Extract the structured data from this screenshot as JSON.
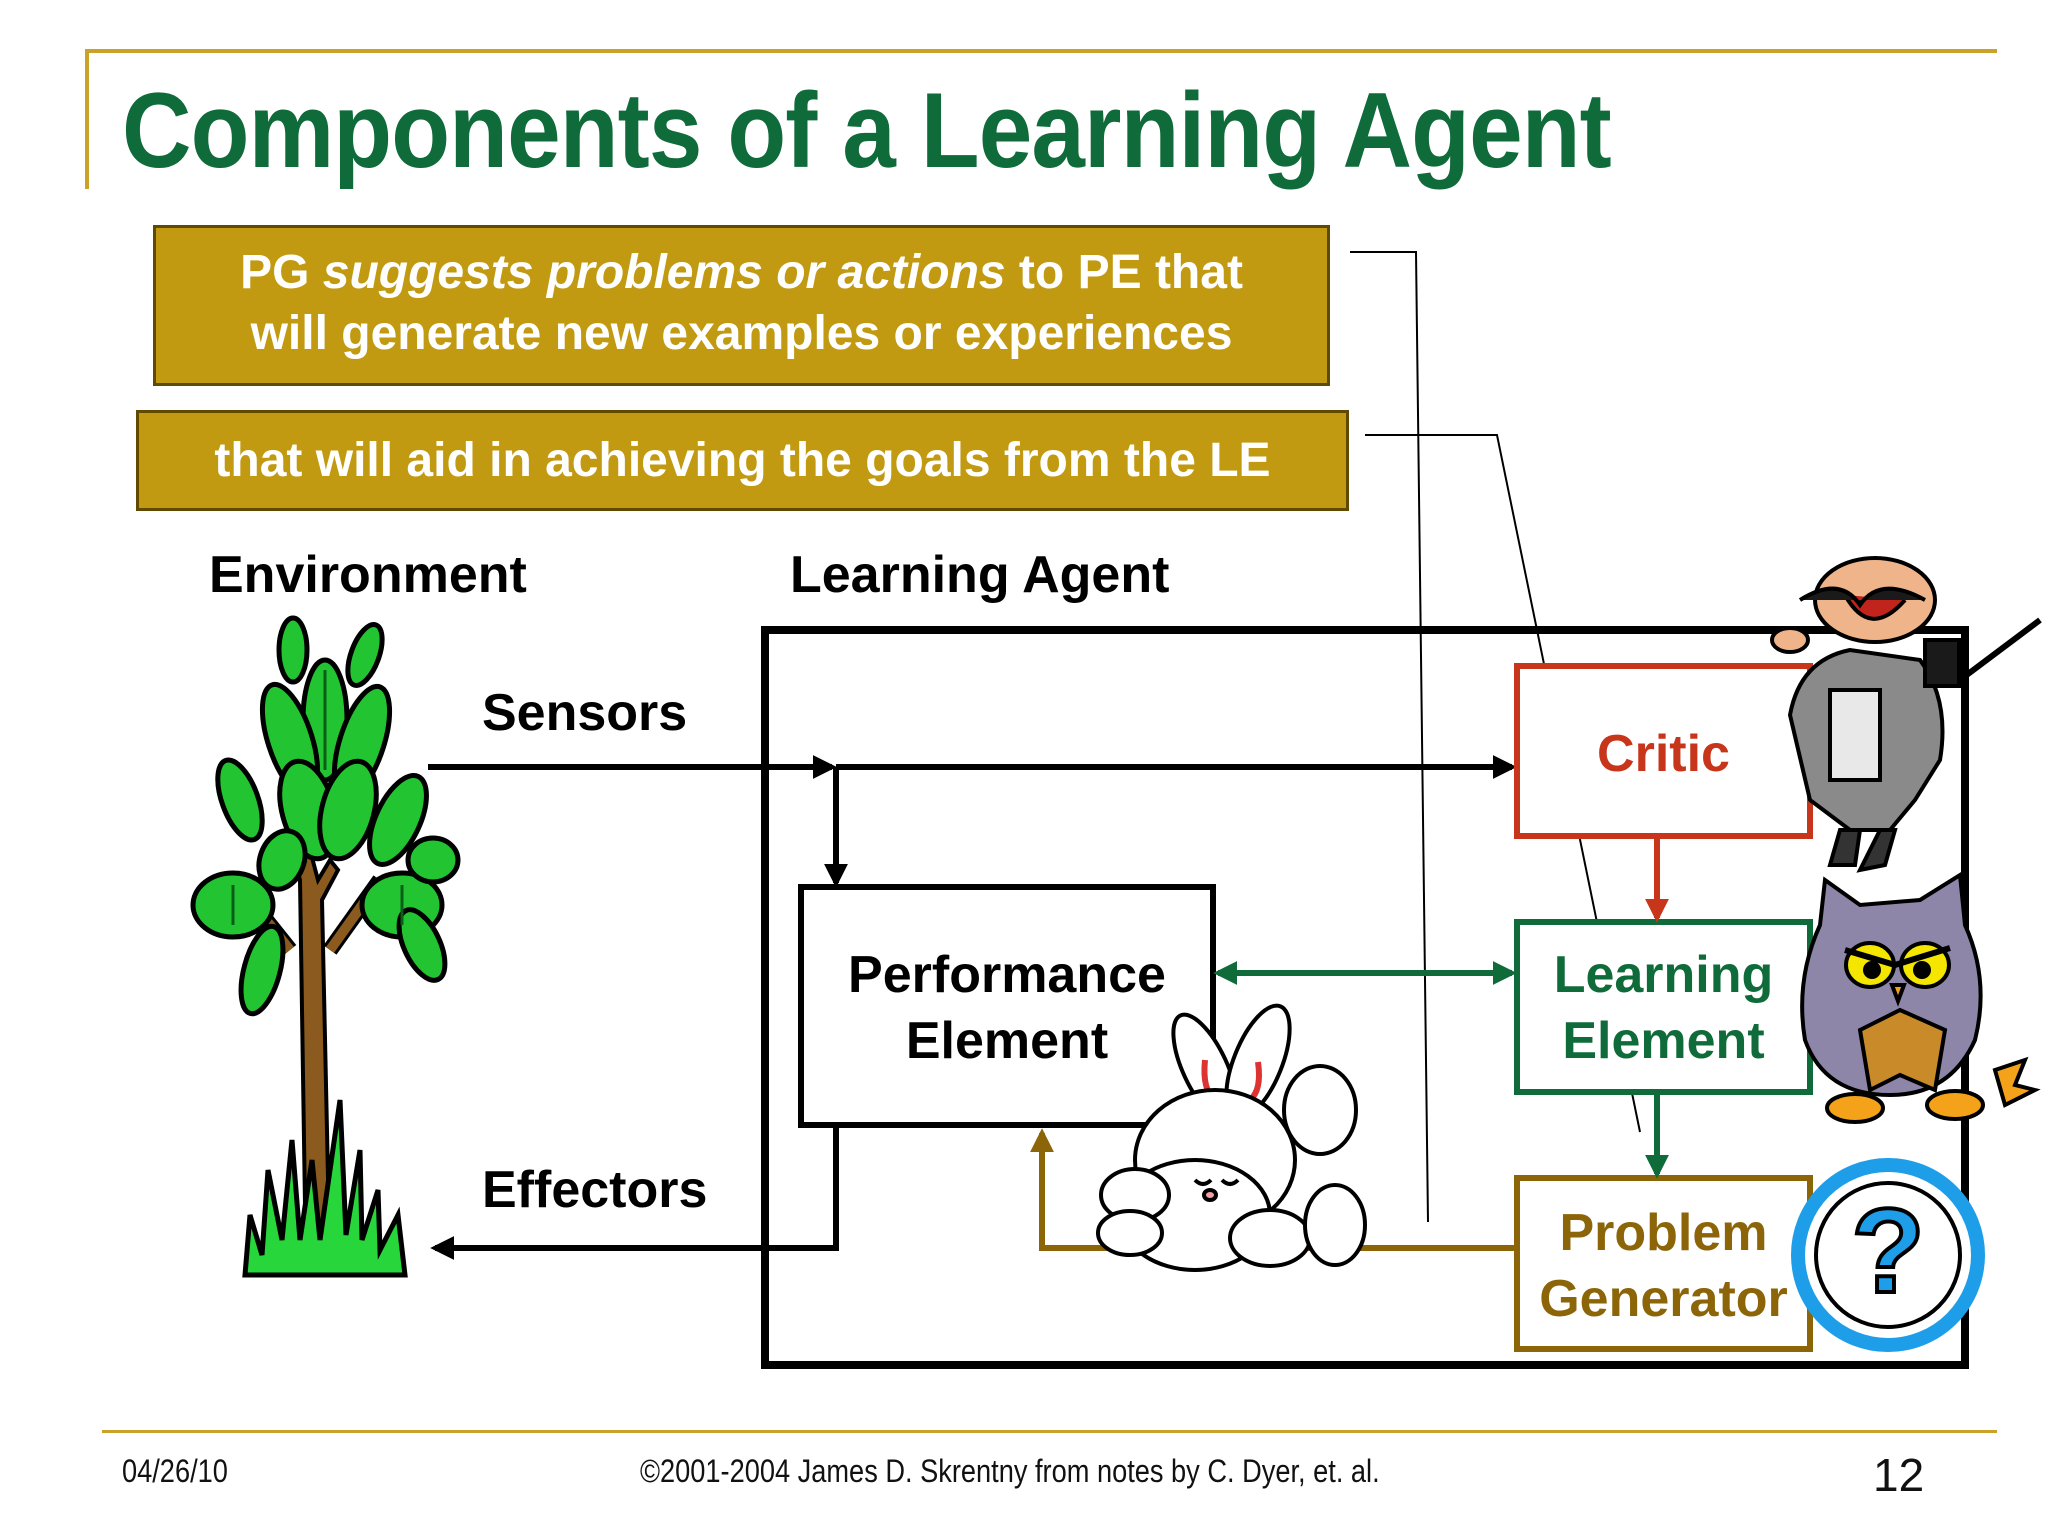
{
  "slide": {
    "title": "Components of a Learning Agent",
    "callouts": {
      "first_prefix": "PG ",
      "first_italic": "suggests problems or actions",
      "first_suffix": " to PE that",
      "first_line2": "will generate new examples or experiences",
      "second": "that will aid in achieving the goals from the LE"
    },
    "labels": {
      "environment": "Environment",
      "learning_agent": "Learning Agent",
      "sensors": "Sensors",
      "effectors": "Effectors"
    },
    "boxes": {
      "performance_line1": "Performance",
      "performance_line2": "Element",
      "critic": "Critic",
      "learning_line1": "Learning",
      "learning_line2": "Element",
      "problem_line1": "Problem",
      "problem_line2": "Generator"
    },
    "footer": {
      "date": "04/26/10",
      "copyright": "©2001-2004 James D. Skrentny from notes by C. Dyer, et. al.",
      "page": "12"
    },
    "colors": {
      "title_green": "#0f6b3a",
      "gold_accent": "#c9a227",
      "callout_fill": "#c19a12",
      "critic_red": "#c7361b",
      "learning_green": "#0f6b3a",
      "generator_brown": "#8b6508"
    },
    "icons": [
      "tree-icon",
      "critic-man-icon",
      "owl-icon",
      "rabbit-icon",
      "question-mark-icon"
    ]
  }
}
